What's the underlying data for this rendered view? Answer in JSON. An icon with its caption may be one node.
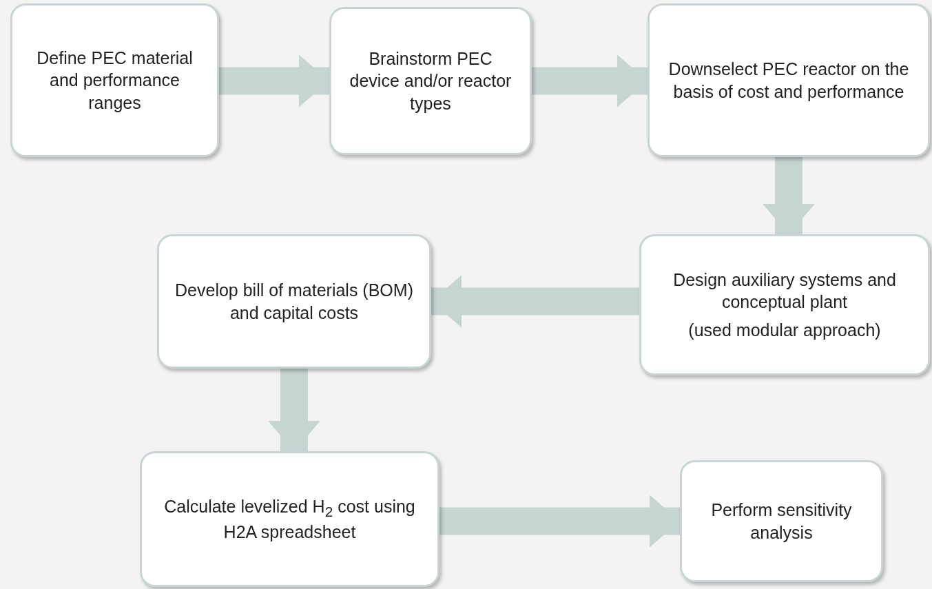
{
  "diagram": {
    "nodes": [
      {
        "text": [
          "Define PEC material and performance ranges"
        ]
      },
      {
        "text": [
          "Brainstorm PEC device and/or reactor types"
        ]
      },
      {
        "text": [
          "Downselect PEC reactor  on the basis of cost and performance"
        ]
      },
      {
        "text": [
          "Develop bill of materials (BOM) and capital costs"
        ]
      },
      {
        "text": [
          "Design auxiliary systems and conceptual plant",
          "(used modular approach)"
        ]
      },
      {
        "text": [
          "Calculate levelized H$_{2}$ cost using H2A spreadsheet"
        ]
      },
      {
        "text": [
          "Perform sensitivity analysis"
        ]
      }
    ],
    "edges": [
      {
        "from": 0,
        "to": 1,
        "arrow": "to"
      },
      {
        "from": 1,
        "to": 2,
        "arrow": "to"
      },
      {
        "from": 2,
        "to": 4,
        "arrow": "to"
      },
      {
        "from": 4,
        "to": 3,
        "arrow": "to"
      },
      {
        "from": 3,
        "to": 5,
        "arrow": "to"
      },
      {
        "from": 5,
        "to": 6,
        "arrow": "to"
      }
    ]
  }
}
